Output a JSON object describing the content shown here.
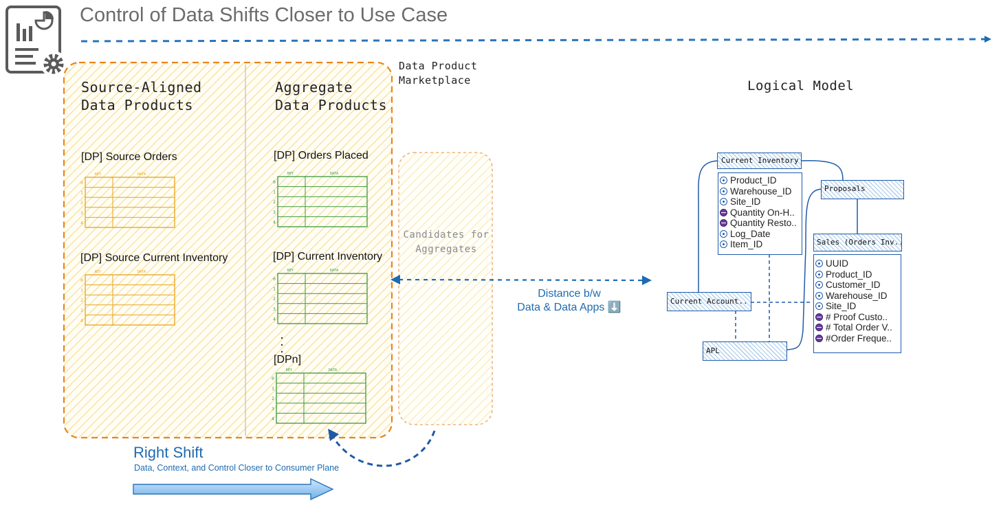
{
  "title": "Control of Data Shifts Closer to Use Case",
  "marketplace_label": [
    "Data Product",
    "Marketplace"
  ],
  "source_aligned": {
    "heading": [
      "Source-Aligned",
      "Data Products"
    ],
    "products": [
      "[DP] Source Orders",
      "[DP] Source Current Inventory"
    ]
  },
  "aggregate": {
    "heading": [
      "Aggregate",
      "Data Products"
    ],
    "products": [
      "[DP] Orders Placed",
      "[DP] Current Inventory",
      "[DPn]"
    ]
  },
  "candidates_label": [
    "Candidates for",
    "Aggregates"
  ],
  "distance_label": [
    "Distance b/w",
    "Data & Data Apps ⬇️"
  ],
  "right_shift": {
    "title": "Right Shift",
    "subtitle": "Data, Context, and Control Closer to Consumer Plane"
  },
  "mini_table": {
    "col_key": "KEY",
    "col_data": "DATA",
    "row_labels": [
      "0",
      "1",
      "2",
      "3",
      "4"
    ]
  },
  "logical_model": {
    "title": "Logical Model",
    "entities": {
      "current_inventory": {
        "title": "Current Inventory",
        "fields": [
          {
            "name": "Product_ID",
            "kind": "key"
          },
          {
            "name": "Warehouse_ID",
            "kind": "key"
          },
          {
            "name": "Site_ID",
            "kind": "key"
          },
          {
            "name": "Quantity On-H..",
            "kind": "measure"
          },
          {
            "name": "Quantity Resto..",
            "kind": "measure"
          },
          {
            "name": "Log_Date",
            "kind": "key"
          },
          {
            "name": "Item_ID",
            "kind": "key"
          }
        ]
      },
      "proposals": {
        "title": "Proposals"
      },
      "sales": {
        "title": "Sales (Orders Inv..",
        "fields": [
          {
            "name": "UUID",
            "kind": "key"
          },
          {
            "name": "Product_ID",
            "kind": "key"
          },
          {
            "name": "Customer_ID",
            "kind": "key"
          },
          {
            "name": "Warehouse_ID",
            "kind": "key"
          },
          {
            "name": "Site_ID",
            "kind": "key"
          },
          {
            "name": "# Proof Custo..",
            "kind": "measure"
          },
          {
            "name": "# Total Order V..",
            "kind": "measure"
          },
          {
            "name": "#Order Freque..",
            "kind": "measure"
          }
        ]
      },
      "current_account": {
        "title": "Current Account.."
      },
      "apl": {
        "title": "APL"
      }
    }
  },
  "colors": {
    "title_gray": "#6b6b6b",
    "orange": "#e8851a",
    "orange_light": "#f0b27a",
    "yellow_hatch": "#f5d97a",
    "source_table": "#e8a317",
    "aggregate_table": "#3a9a3a",
    "blue": "#1e6bb0",
    "model_blue": "#1e5aa8"
  }
}
